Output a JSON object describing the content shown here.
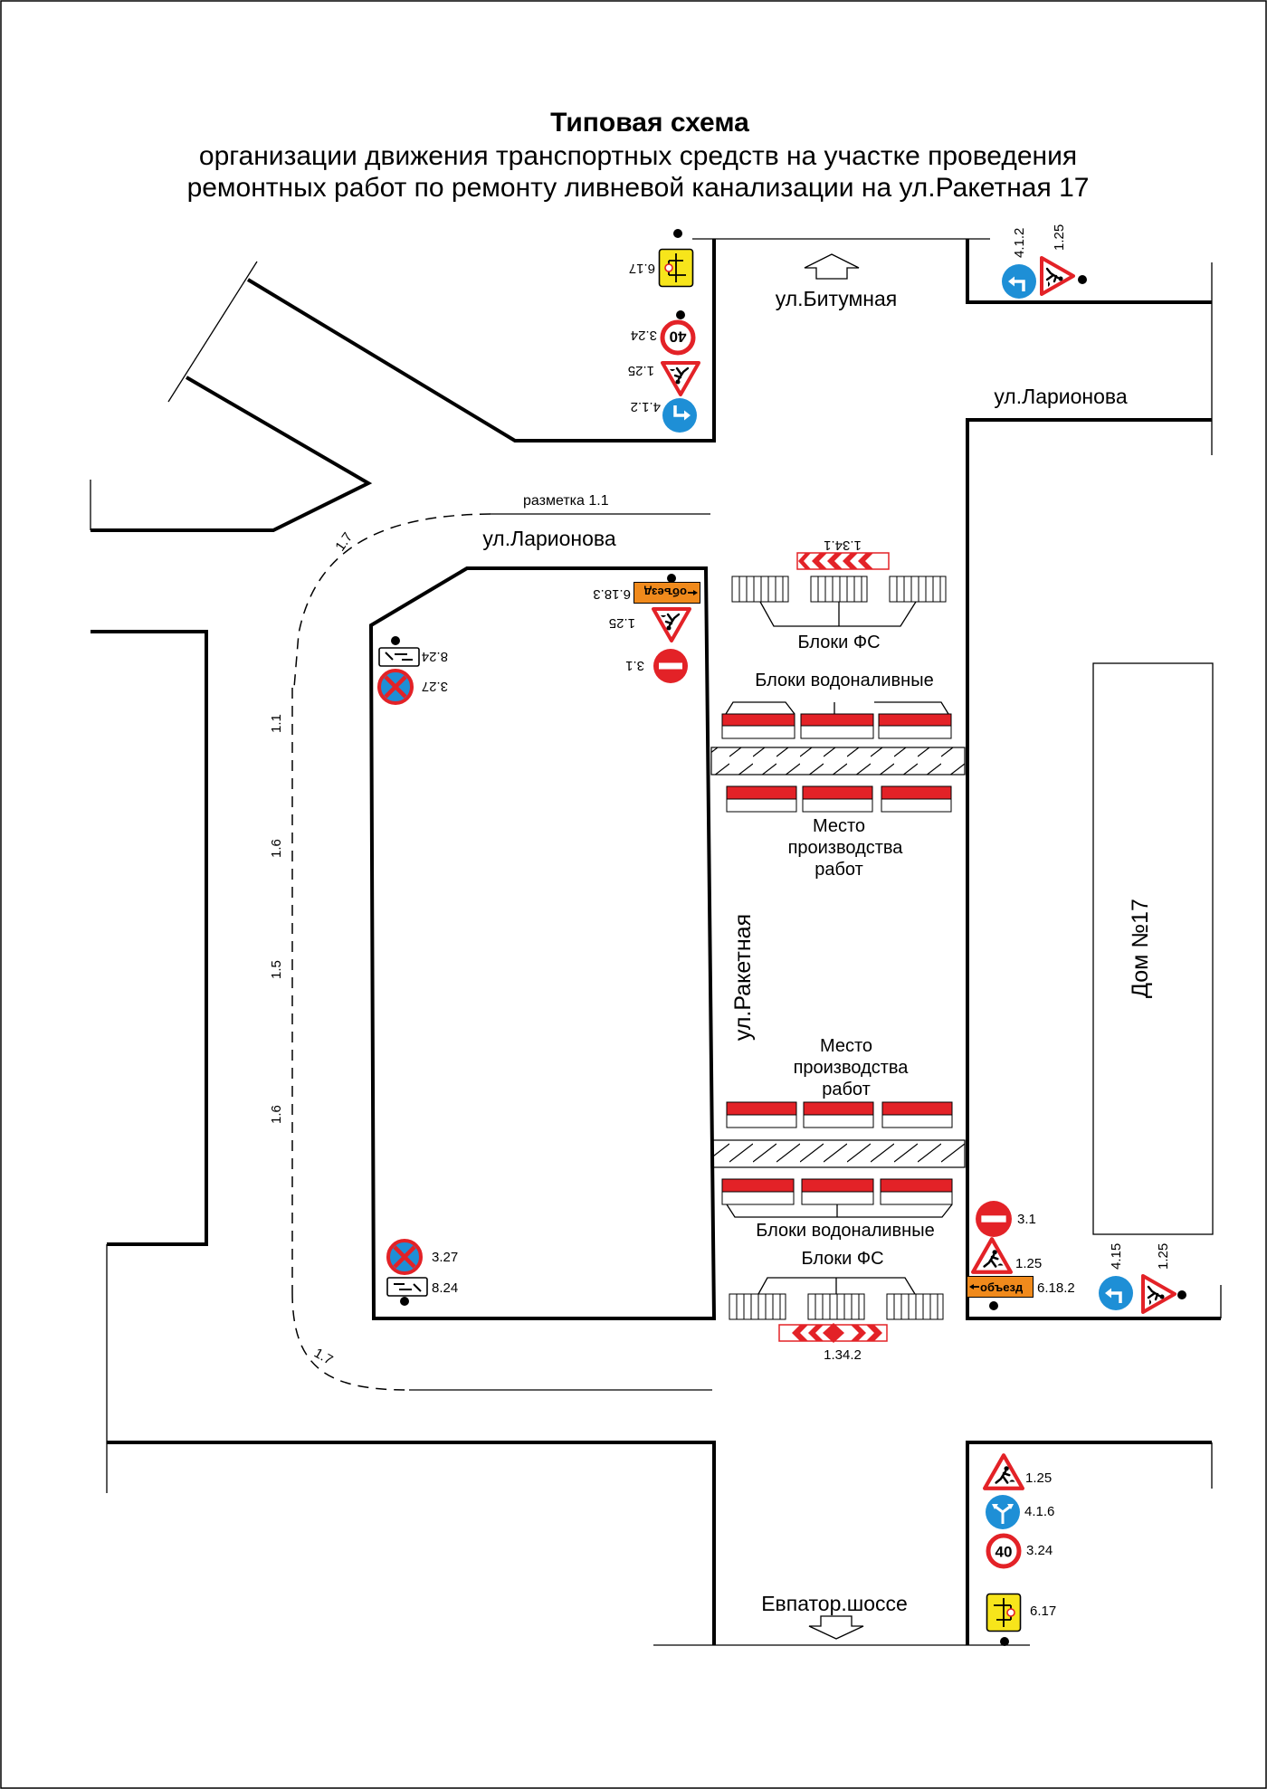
{
  "title": {
    "line1": "Типовая схема",
    "line2": "организации движения транспортных средств на участке проведения",
    "line3": "ремонтных работ по ремонту ливневой канализации на ул.Ракетная 17"
  },
  "streets": {
    "bitumnaya": "ул.Битумная",
    "larionova_left": "ул.Ларионова",
    "larionova_right": "ул.Ларионова",
    "raketnaya": "ул.Ракетная",
    "evpator": "Евпатор.шоссе"
  },
  "building": "Дом №17",
  "work_zone": {
    "line1": "Место",
    "line2": "производства",
    "line3": "работ"
  },
  "blocks": {
    "fs": "Блоки ФС",
    "water": "Блоки водоналивные"
  },
  "markings": {
    "razmetka": "разметка 1.1",
    "m17a": "1.7",
    "m17b": "1.7",
    "m11": "1.1",
    "m16a": "1.6",
    "m15": "1.5",
    "m16b": "1.6",
    "m1341": "1.34.1",
    "m1342": "1.34.2"
  },
  "signs": {
    "s617_top": "6.17",
    "s324_top": "3.24",
    "s125_top": "1.25",
    "s412_top": "4.1.2",
    "s412_tr": "4.1.2",
    "s125_tr": "1.25",
    "s6183": "6.18.3",
    "s125_mid": "1.25",
    "s31_mid": "3.1",
    "s824_top": "8.24",
    "s327_top": "3.27",
    "s327_bot": "3.27",
    "s824_bot": "8.24",
    "s31_bot": "3.1",
    "s125_bot": "1.25",
    "s6182": "6.18.2",
    "s415": "4.15",
    "s125_br": "1.25",
    "s125_ev": "1.25",
    "s416": "4.1.6",
    "s324_ev": "3.24",
    "s617_ev": "6.17",
    "limit": "40",
    "detour": "объезд"
  },
  "colors": {
    "red": "#e32227",
    "blue": "#1e8fd6",
    "yellow": "#f7e51b",
    "orange": "#f08a1c"
  }
}
